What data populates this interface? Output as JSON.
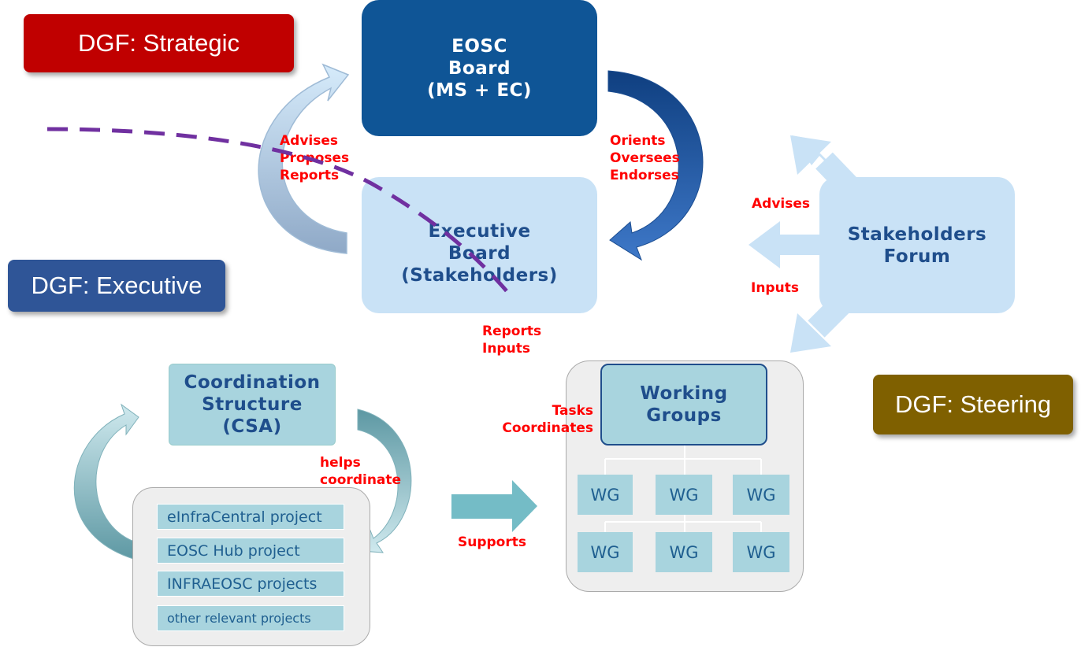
{
  "tags": {
    "strategic": "DGF: Strategic",
    "executive": "DGF: Executive",
    "steering": "DGF: Steering"
  },
  "eosc_board": {
    "lines": [
      "EOSC",
      "Board",
      "(MS + EC)"
    ]
  },
  "executive_board": {
    "lines": [
      "Executive",
      "Board",
      "(Stakeholders)"
    ]
  },
  "stakeholders_forum": {
    "lines": [
      "Stakeholders",
      "Forum"
    ]
  },
  "coordination": {
    "lines": [
      "Coordination",
      "Structure",
      "(CSA)"
    ]
  },
  "working_groups": {
    "lines": [
      "Working",
      "Groups"
    ],
    "wg_label": "WG"
  },
  "projects": [
    "eInfraCentral project",
    "EOSC Hub project",
    "INFRAEOSC projects",
    "other relevant projects"
  ],
  "labels": {
    "advises_proposes_reports": [
      "Advises",
      "Proposes",
      "Reports"
    ],
    "orients": [
      "Orients",
      "Oversees",
      "Endorses"
    ],
    "advises": "Advises",
    "inputs": "Inputs",
    "reports_inputs": [
      "Reports",
      "Inputs"
    ],
    "tasks": [
      "Tasks",
      "Coordinates"
    ],
    "helps": [
      "helps",
      "coordinate"
    ],
    "supports": "Supports"
  },
  "colors": {
    "strategic": "#c00000",
    "executive": "#2f5597",
    "steering": "#7f6000",
    "eosc_board": "#0f5596",
    "light_box": "#c9e2f6",
    "teal_box": "#a8d4de",
    "label_red": "#ff0000",
    "dashed_line": "#7030a0"
  }
}
